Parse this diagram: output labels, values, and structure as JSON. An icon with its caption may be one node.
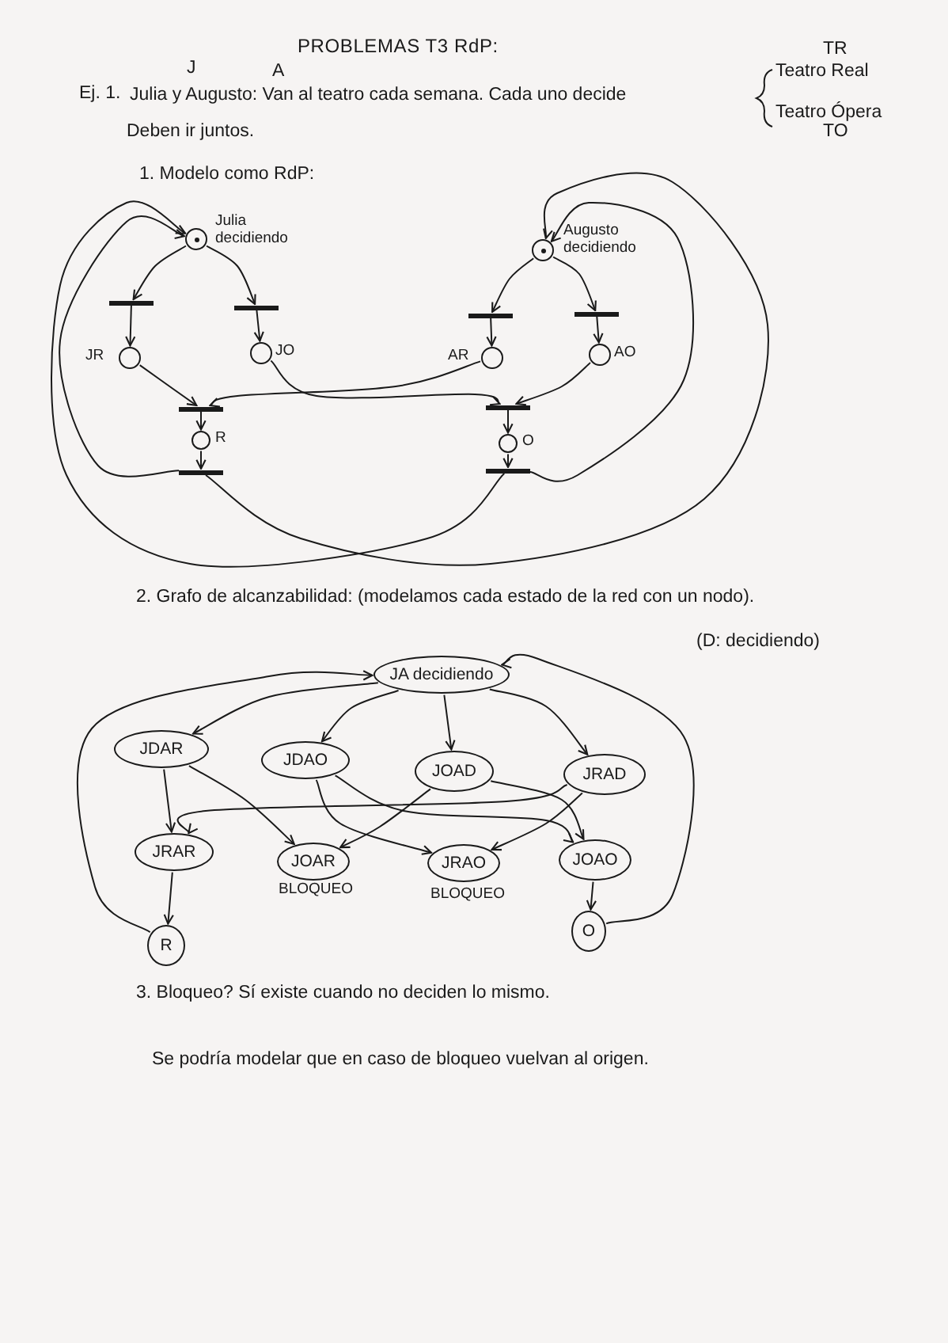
{
  "diagram": {
    "title": "PROBLEMAS T3 RdP:",
    "nodes": [
      {
        "text": [],
        "shape": "circle",
        "beside": [
          "Julia decidiendo"
        ]
      },
      {
        "text": [],
        "shape": "bar"
      },
      {
        "text": [],
        "shape": "bar"
      },
      {
        "text": [],
        "shape": "circle",
        "beside": [
          "JR"
        ]
      },
      {
        "text": [],
        "shape": "circle",
        "beside": [
          "JO"
        ]
      },
      {
        "text": [],
        "shape": "circle",
        "beside": [
          "Augusto decidiendo"
        ]
      },
      {
        "text": [],
        "shape": "bar"
      },
      {
        "text": [],
        "shape": "bar"
      },
      {
        "text": [],
        "shape": "circle",
        "beside": [
          "AR"
        ]
      },
      {
        "text": [],
        "shape": "circle",
        "beside": [
          "AO"
        ]
      },
      {
        "text": [],
        "shape": "bar"
      },
      {
        "text": [],
        "shape": "circle",
        "beside": [
          "R"
        ]
      },
      {
        "text": [],
        "shape": "bar"
      },
      {
        "text": [],
        "shape": "bar"
      },
      {
        "text": [],
        "shape": "circle",
        "beside": [
          "O"
        ]
      },
      {
        "text": [],
        "shape": "bar"
      },
      {
        "text": [
          "JA decidiendo"
        ]
      },
      {
        "text": [
          "JDAR"
        ]
      },
      {
        "text": [
          "JDAO"
        ]
      },
      {
        "text": [
          "JOAD"
        ]
      },
      {
        "text": [
          "JRAD"
        ]
      },
      {
        "text": [
          "JRAR"
        ]
      },
      {
        "text": [
          "JOAR"
        ],
        "beside": [
          "BLOQUEO"
        ]
      },
      {
        "text": [
          "JRAO"
        ],
        "beside": [
          "BLOQUEO"
        ]
      },
      {
        "text": [
          "JOAO"
        ]
      },
      {
        "text": [
          "R"
        ]
      },
      {
        "text": [
          "O"
        ]
      }
    ],
    "edges": [
      {
        "from": 0,
        "to": 1,
        "arrow": "to"
      },
      {
        "from": 0,
        "to": 2,
        "arrow": "to"
      },
      {
        "from": 1,
        "to": 3,
        "arrow": "to"
      },
      {
        "from": 2,
        "to": 4,
        "arrow": "to"
      },
      {
        "from": 5,
        "to": 6,
        "arrow": "to"
      },
      {
        "from": 5,
        "to": 7,
        "arrow": "to"
      },
      {
        "from": 6,
        "to": 8,
        "arrow": "to"
      },
      {
        "from": 7,
        "to": 9,
        "arrow": "to"
      },
      {
        "from": 3,
        "to": 10,
        "arrow": "to"
      },
      {
        "from": 8,
        "to": 10,
        "arrow": "to"
      },
      {
        "from": 4,
        "to": 13,
        "arrow": "to"
      },
      {
        "from": 9,
        "to": 13,
        "arrow": "to"
      },
      {
        "from": 10,
        "to": 11,
        "arrow": "to"
      },
      {
        "from": 11,
        "to": 12,
        "arrow": "to"
      },
      {
        "from": 13,
        "to": 14,
        "arrow": "to"
      },
      {
        "from": 14,
        "to": 15,
        "arrow": "to"
      },
      {
        "from": 12,
        "to": 0,
        "arrow": "to"
      },
      {
        "from": 12,
        "to": 5,
        "arrow": "to"
      },
      {
        "from": 15,
        "to": 0,
        "arrow": "to"
      },
      {
        "from": 15,
        "to": 5,
        "arrow": "to"
      },
      {
        "from": 16,
        "to": 17,
        "arrow": "to"
      },
      {
        "from": 16,
        "to": 18,
        "arrow": "to"
      },
      {
        "from": 16,
        "to": 19,
        "arrow": "to"
      },
      {
        "from": 16,
        "to": 20,
        "arrow": "to"
      },
      {
        "from": 17,
        "to": 21,
        "arrow": "to"
      },
      {
        "from": 17,
        "to": 22,
        "arrow": "to"
      },
      {
        "from": 18,
        "to": 23,
        "arrow": "to"
      },
      {
        "from": 18,
        "to": 24,
        "arrow": "to"
      },
      {
        "from": 19,
        "to": 22,
        "arrow": "to"
      },
      {
        "from": 19,
        "to": 24,
        "arrow": "to"
      },
      {
        "from": 20,
        "to": 21,
        "arrow": "to"
      },
      {
        "from": 20,
        "to": 23,
        "arrow": "to"
      },
      {
        "from": 21,
        "to": 25,
        "arrow": "to"
      },
      {
        "from": 24,
        "to": 26,
        "arrow": "to"
      },
      {
        "from": 25,
        "to": 16,
        "arrow": "to"
      },
      {
        "from": 26,
        "to": 16,
        "arrow": "to"
      }
    ],
    "labels": [
      "Ej. 1.",
      "J",
      "A",
      "Julia y Augusto: Van al teatro cada semana. Cada uno decide",
      "TR",
      "Teatro Real",
      "Teatro Ópera",
      "TO",
      "Deben ir juntos.",
      "1. Modelo como RdP:",
      "2. Grafo de alcanzabilidad: (modelamos cada estado de la red con un nodo).",
      "(D: decidiendo)",
      "3. Bloqueo? Sí existe cuando no deciden lo mismo.",
      "Se podría modelar que en caso de bloqueo vuelvan al origen."
    ]
  }
}
